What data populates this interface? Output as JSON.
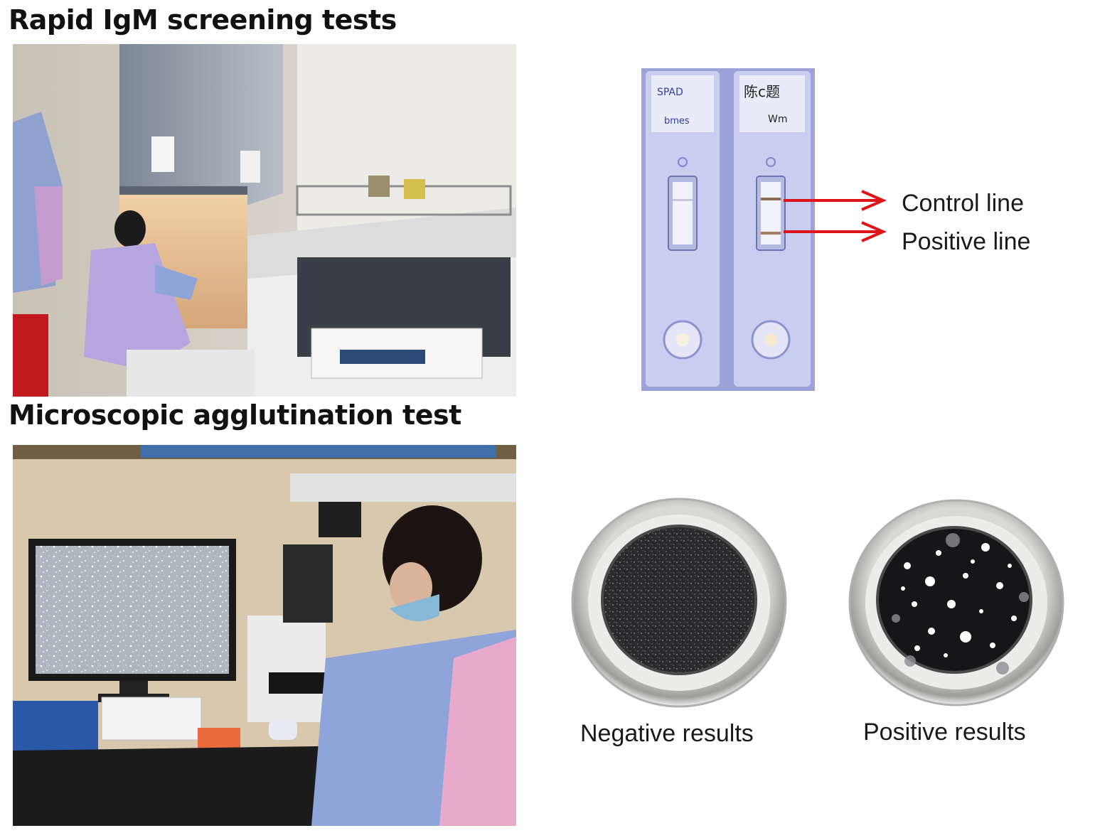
{
  "headings": {
    "rapid": "Rapid IgM screening tests",
    "microscopic": "Microscopic agglutination test"
  },
  "strip_labels": {
    "control": "Control line",
    "positive": "Positive line"
  },
  "result_labels": {
    "negative": "Negative results",
    "positive": "Positive results"
  },
  "colors": {
    "arrow": "#e0141b",
    "strip_body": "#c9cdf0",
    "strip_bg": "#9da3d6"
  },
  "icons": {
    "arrow_control": "right-arrow-icon",
    "arrow_positive": "right-arrow-icon"
  }
}
